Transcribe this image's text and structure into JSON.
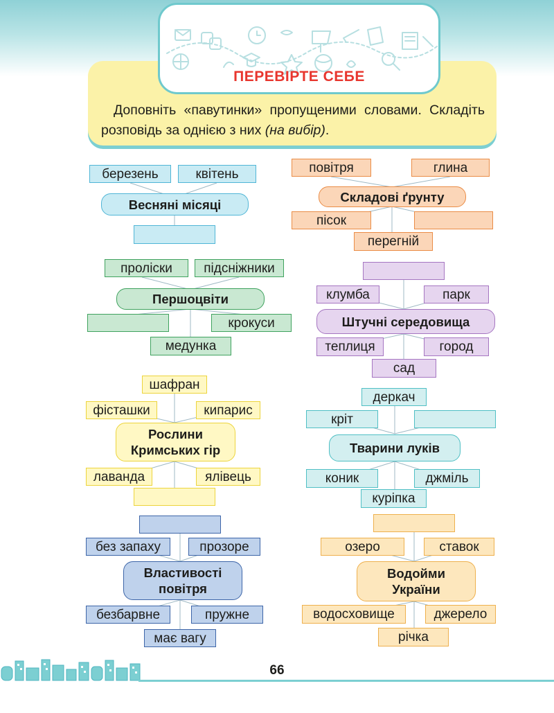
{
  "header": {
    "title": "ПЕРЕВІРТЕ СЕБЕ",
    "task_main": "Доповніть «павутинки» пропущеними словами. Складіть розповідь за однією з них ",
    "task_italic": "(на вибір)",
    "task_end": "."
  },
  "webs": {
    "spring": {
      "center": "Весняні місяці",
      "items": [
        "березень",
        "квітень",
        ""
      ]
    },
    "soil": {
      "center": "Складові ґрунту",
      "items": [
        "повітря",
        "глина",
        "пісок",
        "",
        "перегній"
      ]
    },
    "first_flowers": {
      "center": "Першоцвіти",
      "items": [
        "проліски",
        "підсніжники",
        "",
        "крокуси",
        "медунка"
      ]
    },
    "artificial": {
      "center": "Штучні середовища",
      "items": [
        "",
        "клумба",
        "парк",
        "теплиця",
        "город",
        "сад"
      ]
    },
    "crimea": {
      "center_line1": "Рослини",
      "center_line2": "Кримських гір",
      "items": [
        "шафран",
        "фісташки",
        "кипарис",
        "лаванда",
        "ялівець",
        ""
      ]
    },
    "meadow": {
      "center": "Тварини луків",
      "items": [
        "деркач",
        "кріт",
        "",
        "коник",
        "джміль",
        "курiпка"
      ]
    },
    "air": {
      "center_line1": "Властивості",
      "center_line2": "повітря",
      "items": [
        "",
        "без запаху",
        "прозоре",
        "безбарвне",
        "пружне",
        "має вагу"
      ]
    },
    "water": {
      "center_line1": "Водойми",
      "center_line2": "України",
      "items": [
        "",
        "озеро",
        "ставок",
        "водосховище",
        "джерело",
        "річка"
      ]
    }
  },
  "footer": {
    "page_number": "66"
  },
  "colors": {
    "title_red": "#e8362e",
    "teal_accent": "#7ccfd2",
    "panel_yellow": "#fbf2a8",
    "blue": "#4fb5d6",
    "orange": "#ea8c46",
    "green": "#3fa25e",
    "purple": "#a575c1",
    "yellow": "#ecd43c",
    "teal": "#4fbfc4",
    "steel": "#3d65a8",
    "sand": "#eeb04d"
  }
}
